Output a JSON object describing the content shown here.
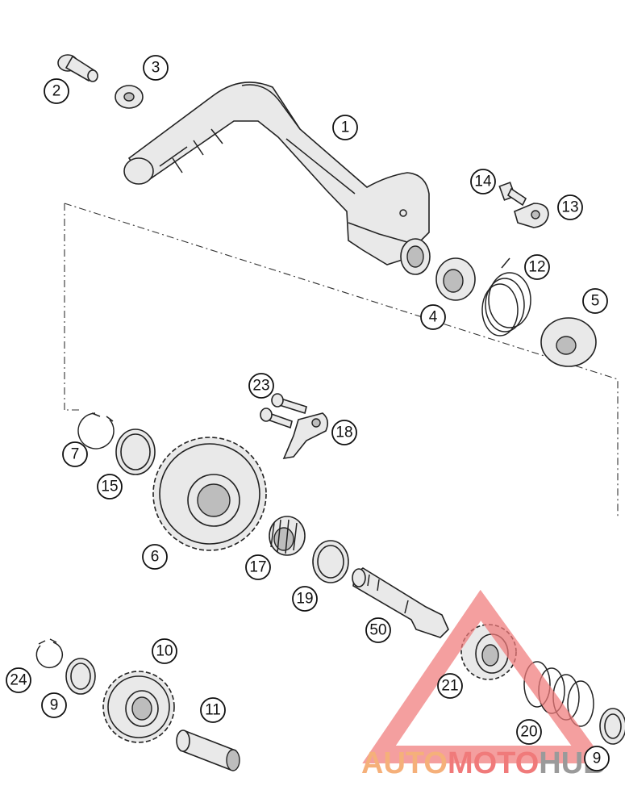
{
  "callouts": {
    "c1": "1",
    "c2": "2",
    "c3": "3",
    "c4": "4",
    "c5": "5",
    "c6": "6",
    "c7": "7",
    "c9a": "9",
    "c9b": "9",
    "c10": "10",
    "c11": "11",
    "c12": "12",
    "c13": "13",
    "c14": "14",
    "c15": "15",
    "c17": "17",
    "c18": "18",
    "c19": "19",
    "c20": "20",
    "c21": "21",
    "c23": "23",
    "c24": "24",
    "c50": "50"
  },
  "watermark": {
    "part1": "AUTO",
    "part2": "MOTO",
    "part3": "HUB",
    "color_orange": "#f5b07a",
    "color_red": "#f07a7a",
    "color_gray": "#9a9a9a"
  }
}
